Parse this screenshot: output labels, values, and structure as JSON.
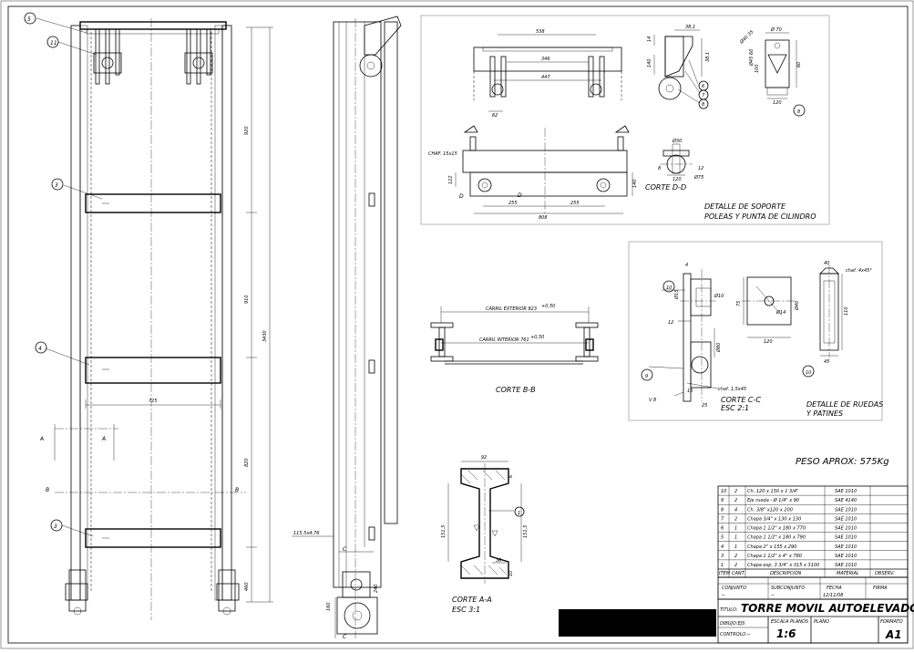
{
  "front_view": {
    "balloons": [
      "5",
      "11",
      "3",
      "4",
      "3"
    ],
    "dims": {
      "d1": "920",
      "d2": "910",
      "d3": "820",
      "d4": "460",
      "total": "3430",
      "width": "725"
    },
    "section_marks": {
      "a": "A",
      "b": "B"
    }
  },
  "side_view": {
    "label_115": "115,5x4,76",
    "dims": {
      "d1": "160",
      "d2": "240"
    },
    "section_marks": {
      "c": "C"
    }
  },
  "support_detail": {
    "dims": {
      "d538": "538",
      "d346": "346",
      "d447": "447",
      "d62": "62",
      "d808": "808",
      "d255a": "255",
      "d255b": "255",
      "d122": "122",
      "d140": "140",
      "d38": "38,1",
      "d14": "14",
      "d140b": "140",
      "d381": "38,1"
    },
    "chaf": "CHAF. 15x15",
    "marks": {
      "d": "D"
    },
    "balloons": [
      "6",
      "7",
      "8",
      "8"
    ],
    "corte_d": "CORTE D-D",
    "dd_dims": {
      "r": "Ø30",
      "c": "Ø75",
      "w": "120",
      "s": "8",
      "d12": "12"
    },
    "pin_dims": {
      "a": "Ø 70",
      "b": "60",
      "c": "100",
      "d": "120",
      "e": "Ø40 35",
      "f": "Ø45 60"
    },
    "caption_1": "DETALLE DE SOPORTE",
    "caption_2": "POLEAS Y PUNTA DE CILINDRO"
  },
  "section_bb": {
    "carril_ext": "CARRIL EXTERIOR 823",
    "carril_int": "CARRIL INTERIOR 761",
    "tol": "+0,50",
    "title": "CORTE B-B"
  },
  "wheels_detail": {
    "balloons": [
      "10",
      "9",
      "10"
    ],
    "dims": {
      "a": "Ø10",
      "b": "Ø15",
      "c": "12",
      "d": "120",
      "e": "75",
      "f": "Ø80",
      "g": "40",
      "h": "45",
      "i": "Ø14",
      "j": "110",
      "k": "Ø40",
      "l": "25",
      "m": "15"
    },
    "chaf1": "chaf. 4x45°",
    "chaf2": "chaf. 1,5x45",
    "weld1": "4",
    "weld2": "V 8",
    "corte": "CORTE C-C",
    "esc": "ESC 2:1",
    "caption_1": "DETALLE DE RUEDAS",
    "caption_2": "Y PATINES"
  },
  "section_aa": {
    "dims": {
      "w": "92",
      "h1": "151,5",
      "h2": "151,5",
      "a": "6",
      "b": "10",
      "c": "36"
    },
    "balloon": "1",
    "title": "CORTE A-A",
    "esc": "ESC 3:1"
  },
  "weight": "PESO APROX: 575Kg",
  "bom": {
    "rows": [
      {
        "item": "10",
        "qty": "2",
        "desc": "Ch. 120 x 150 x 1 3/4\"",
        "mat": "SAE 1010",
        "obs": ""
      },
      {
        "item": "9",
        "qty": "2",
        "desc": "Eje rueda - Ø 1/4\" x 90",
        "mat": "SAE 4140",
        "obs": ""
      },
      {
        "item": "8",
        "qty": "4",
        "desc": "Ch. 3/8\" x120 x 200",
        "mat": "SAE 1010",
        "obs": ""
      },
      {
        "item": "7",
        "qty": "2",
        "desc": "Chapa 3/4\" x 130 x 130",
        "mat": "SAE 1010",
        "obs": ""
      },
      {
        "item": "6",
        "qty": "1",
        "desc": "Chapa 1 1/2\" x 180 x 770",
        "mat": "SAE 1010",
        "obs": ""
      },
      {
        "item": "5",
        "qty": "1",
        "desc": "Chapa 1 1/2\" x 180 x 790",
        "mat": "SAE 1010",
        "obs": ""
      },
      {
        "item": "4",
        "qty": "1",
        "desc": "Chapa 2\" x 155 x 290",
        "mat": "SAE 1010",
        "obs": ""
      },
      {
        "item": "3",
        "qty": "2",
        "desc": "Chapa 1 1/2\" x 4\" x 780",
        "mat": "SAE 1010",
        "obs": ""
      },
      {
        "item": "1",
        "qty": "2",
        "desc": "Chapa esp. 3 3/4\" x 315 x 3100",
        "mat": "SAE 1010",
        "obs": ""
      }
    ],
    "headers": {
      "item": "ITEM",
      "qty": "CANT.",
      "desc": "DESCRIPCION",
      "mat": "MATERIAL",
      "obs": "OBSERV."
    }
  },
  "title_block": {
    "conjunto_label": "CONJUNTO",
    "conjunto_value": "--",
    "subconjunto_label": "SUBCONJUNTO",
    "subconjunto_value": "--",
    "fecha_label": "FECHA",
    "fecha_value": "12/11/08",
    "firma_label": "FIRMA",
    "titulo_label": "TITULO:",
    "titulo_value": "TORRE MOVIL AUTOELEVADOR CLARC",
    "dibujo_label": "DIBUJO:EJS",
    "control_label": "CONTROLO:--",
    "escala_label": "ESCALA PLANOS",
    "escala_value": "1:6",
    "plano_label": "PLANO",
    "plano_value": "",
    "formato_label": "FORMATO",
    "formato_value": "A1"
  }
}
